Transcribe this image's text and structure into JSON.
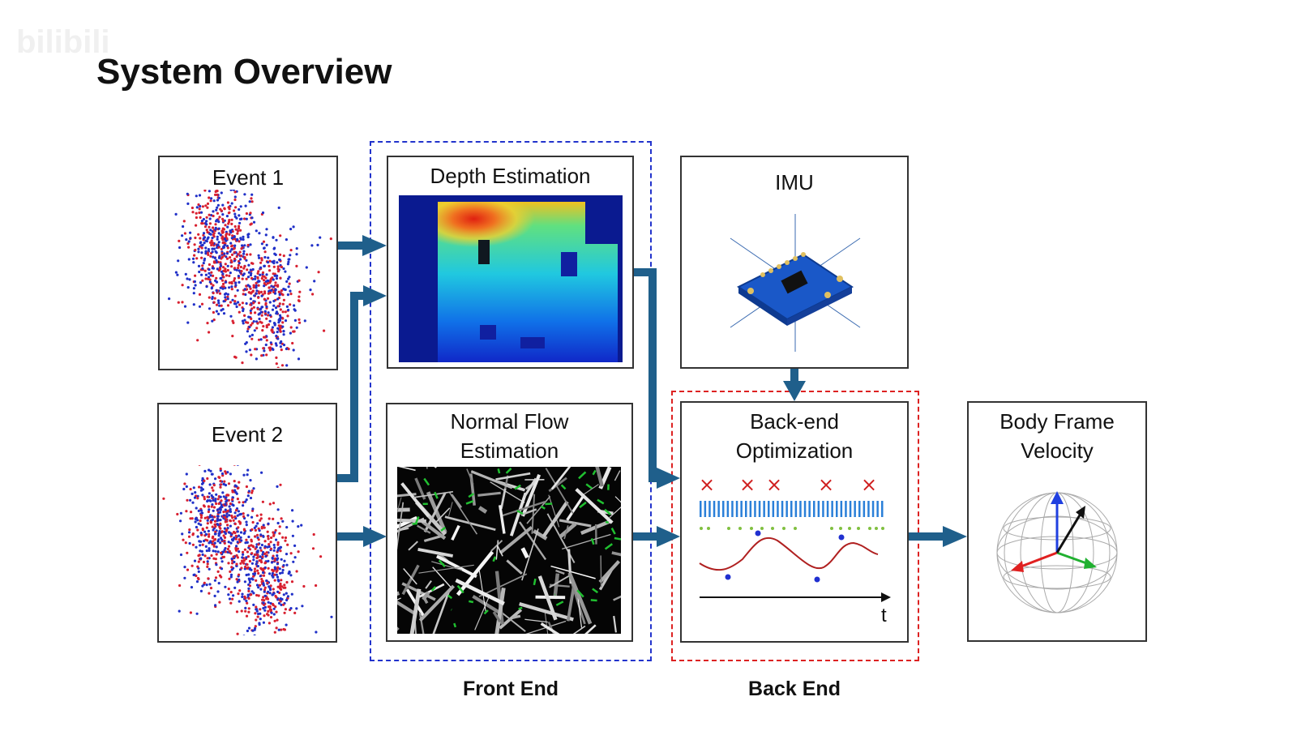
{
  "title": "System Overview",
  "boxes": {
    "event1": "Event 1",
    "event2": "Event 2",
    "depth": "Depth Estimation",
    "normal_flow": [
      "Normal Flow",
      "Estimation"
    ],
    "imu": "IMU",
    "backend": [
      "Back-end",
      "Optimization"
    ],
    "velocity": [
      "Body Frame",
      "Velocity"
    ]
  },
  "sections": {
    "front_end": "Front End",
    "back_end": "Back End"
  },
  "timeline_label": "t",
  "watermark": "bilibili",
  "colors": {
    "arrow": "#1f5f8b",
    "front_end_border": "#2233cc",
    "back_end_border": "#dd2222",
    "event_positive": "#d82030",
    "event_negative": "#2030c8"
  }
}
